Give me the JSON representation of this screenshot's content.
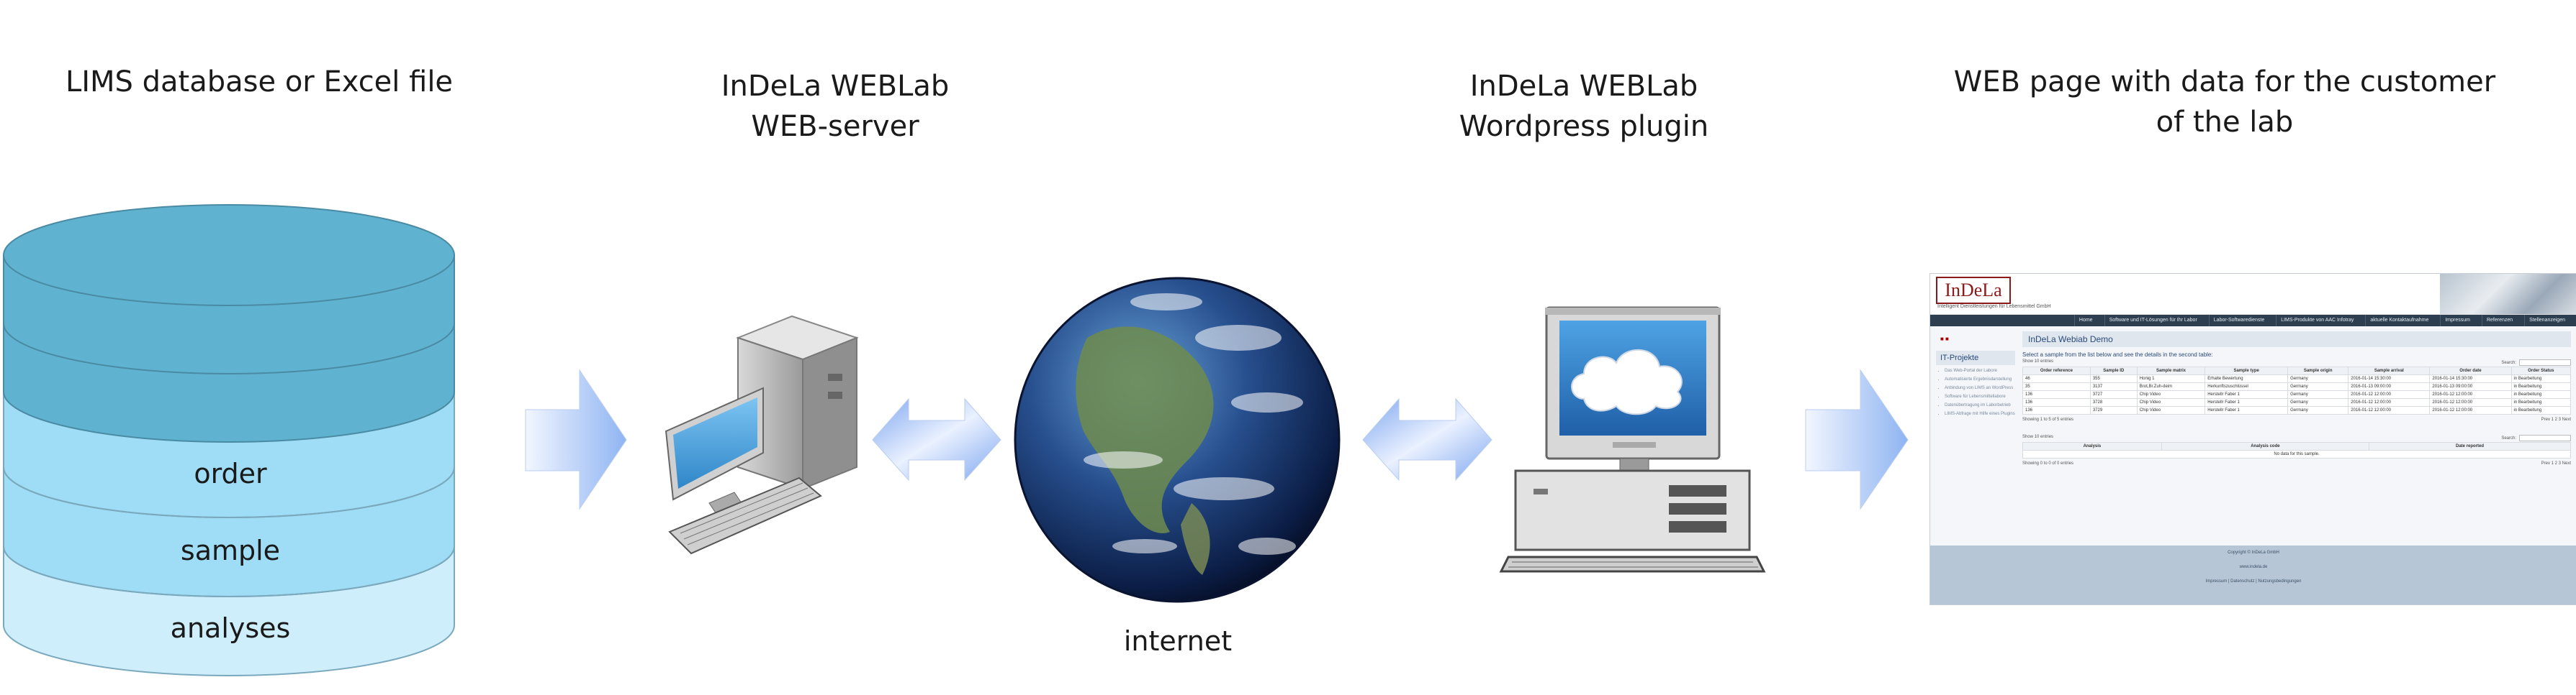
{
  "titles": {
    "lims": "LIMS database or Excel file",
    "server_line1": "InDeLa WEBLab",
    "server_line2": "WEB-server",
    "plugin_line1": "InDeLa WEBLab",
    "plugin_line2": "Wordpress plugin",
    "webpage_line1": "WEB page with data for the customer",
    "webpage_line2": "of the lab"
  },
  "database": {
    "layers": [
      "order",
      "sample",
      "analyses"
    ],
    "colors": {
      "top": "#5fb3d0",
      "order": "#9fdcf5",
      "sample": "#9fdcf5",
      "analyses": "#cfeefb"
    }
  },
  "internet_label": "internet",
  "icons": [
    "arrow-right-icon",
    "desktop-computer-icon",
    "double-arrow-icon",
    "globe-icon",
    "laptop-cloud-icon"
  ],
  "webpage": {
    "logo": "InDeLa",
    "tagline": "Intelligent Dienstleistungen für Lebensmittel GmbH",
    "nav": [
      "Home",
      "Software und IT-Lösungen für Ihr Labor",
      "Labor-Softwaredienste",
      "LIMS-Produkte von AAC Infotray",
      "aktuelle Kontaktaufnahme",
      "Impressum",
      "Referenzen",
      "Stellenanzeigen"
    ],
    "sidebar_title": "IT-Projekte",
    "sidebar_items": [
      "Das Web-Portal der Labore",
      "Automatisierte Ergebnisdarstellung",
      "Anbindung von LIMS an WordPress",
      "Software für Lebensmittellabore",
      "Datenübertragung im Laborbetrieb",
      "LIMS-Abfrage mit Hilfe eines Plugins"
    ],
    "heading": "InDeLa Webiab Demo",
    "intro": "Select a sample from the list below and see the details in the second table:",
    "show_entries": "Show 10 entries",
    "search": "Search:",
    "table_headers": [
      "Order reference",
      "Sample ID",
      "Sample matrix",
      "Sample type",
      "Sample origin",
      "Sample arrival",
      "Order date",
      "Order Status"
    ],
    "rows": [
      [
        "46",
        "355",
        "Honig 1",
        "Erhalte Bewertung",
        "Germany",
        "2016-01-14 15:30:00",
        "2016-01-14 15:30:00",
        "in Bearbeitung"
      ],
      [
        "35",
        "3137",
        "Brot,Br.Zuh-deim",
        "Herkunftszuschlüssel",
        "Germany",
        "2016-01-13 09:00:00",
        "2016-01-13 09:00:00",
        "in Bearbeitung"
      ],
      [
        "136",
        "3727",
        "Chip Video",
        "Herstellr Faber 1",
        "Germany",
        "2016-01-12 12:00:00",
        "2016-01-12 12:00:00",
        "in Bearbeitung"
      ],
      [
        "136",
        "3728",
        "Chip Video",
        "Herstellr Faber 1",
        "Germany",
        "2016-01-12 12:00:00",
        "2016-01-12 12:00:00",
        "in Bearbeitung"
      ],
      [
        "136",
        "3729",
        "Chip Video",
        "Herstellr Faber 1",
        "Germany",
        "2016-01-12 12:00:00",
        "2016-01-12 12:00:00",
        "in Bearbeitung"
      ]
    ],
    "showing": "Showing 1 to 5 of 5 entries",
    "pager": "Prev 1 2 3 Next",
    "table2_headers": [
      "Analysis",
      "Analysis code",
      "Date reported"
    ],
    "table2_empty": "No data for this sample.",
    "showing2": "Showing 0 to 0 of 0 entries",
    "footer": [
      "Copyright © InDeLa GmbH",
      "www.indela.de",
      "Impressum | Datenschutz | Nutzungsbedingungen"
    ]
  }
}
